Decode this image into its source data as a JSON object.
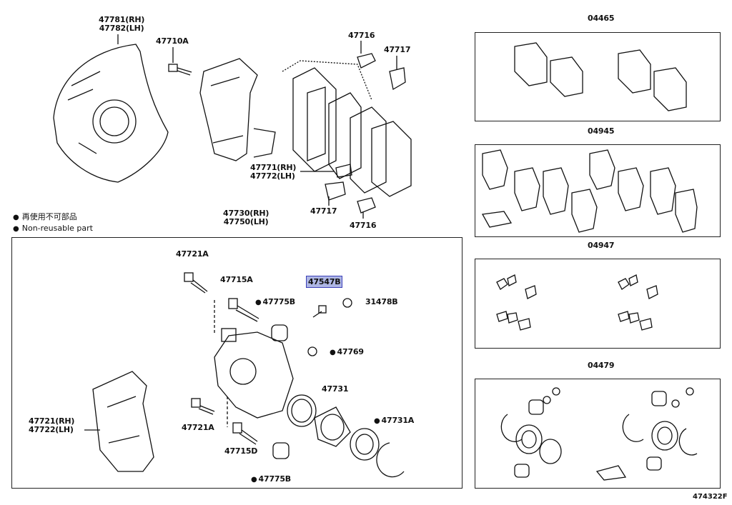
{
  "labels": {
    "p47781": "47781(RH)",
    "p47782": "47782(LH)",
    "p47710A": "47710A",
    "p47716_top": "47716",
    "p47717_top": "47717",
    "p47771": "47771(RH)",
    "p47772": "47772(LH)",
    "p47717_bot": "47717",
    "p47716_bot": "47716",
    "p47730": "47730(RH)",
    "p47750": "47750(LH)",
    "p47721A_top": "47721A",
    "p47715A": "47715A",
    "p47775B_top": "47775B",
    "p47547B": "47547B",
    "p31478B": "31478B",
    "p47769": "47769",
    "p47731": "47731",
    "p47731A": "47731A",
    "p47721": "47721(RH)",
    "p47722": "47722(LH)",
    "p47721A_bot": "47721A",
    "p47715D": "47715D",
    "p47775B_bot": "47775B"
  },
  "kits": {
    "k04465": "04465",
    "k04945": "04945",
    "k04947": "04947",
    "k04479": "04479"
  },
  "legend": {
    "jp": "再使用不可部品",
    "en": "Non-reusable part"
  },
  "diagram_code": "474322F",
  "colors": {
    "highlight_bg": "#aeb6e4",
    "highlight_border": "#3b3fb8",
    "line": "#111111"
  }
}
